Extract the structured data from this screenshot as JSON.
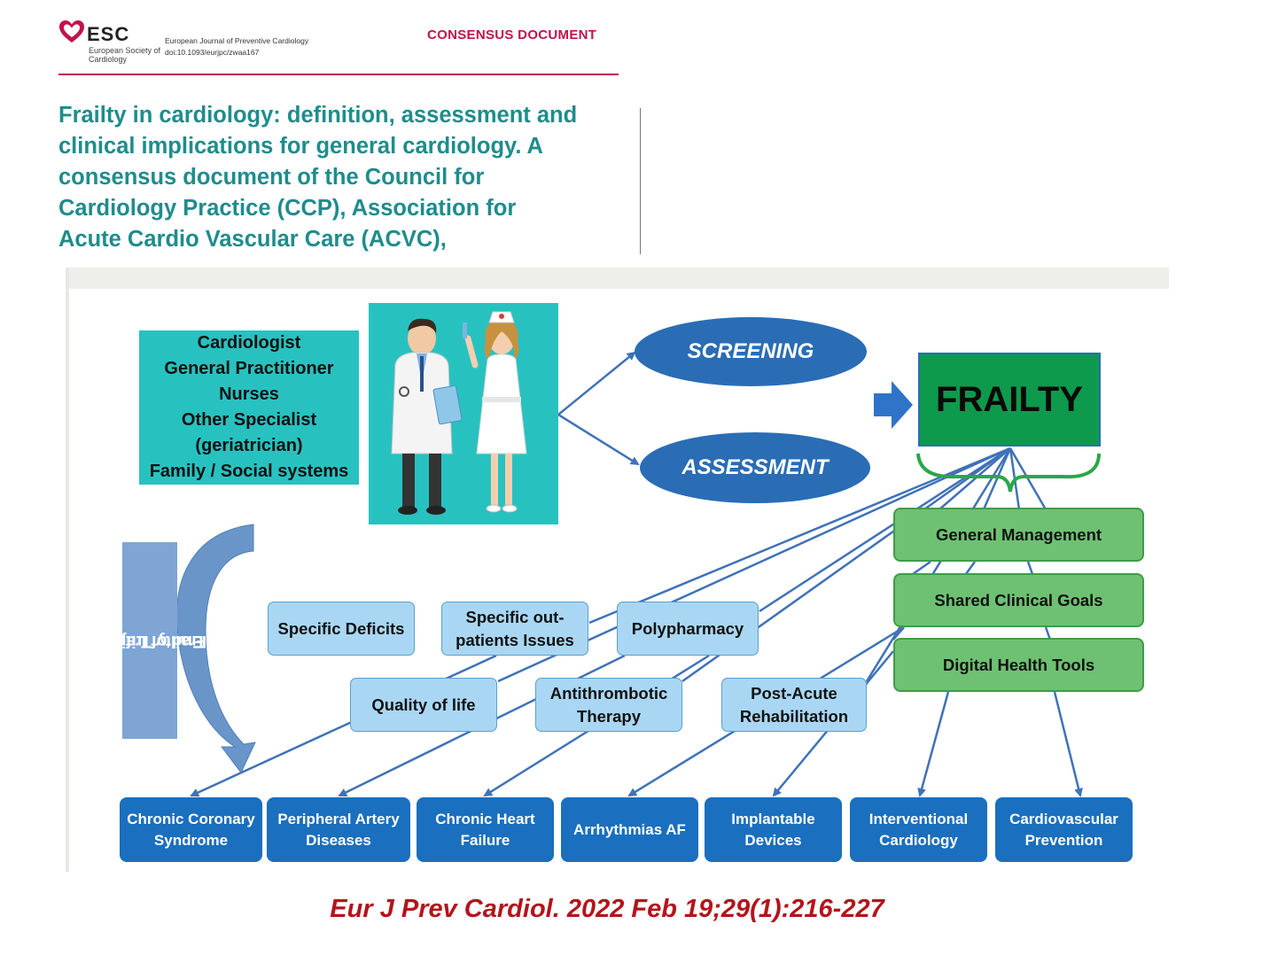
{
  "header": {
    "logo_text": "ESC",
    "logo_subtitle": "European Society of Cardiology",
    "journal_line1": "European Journal of Preventive Cardiology",
    "journal_line2": "doi:10.1093/eurjpc/zwaa167",
    "section_label": "CONSENSUS DOCUMENT",
    "brand_color": "#c1134a"
  },
  "paper": {
    "title_lines": [
      "Frailty in cardiology: definition, assessment and",
      "clinical implications for general cardiology. A",
      "consensus document of the Council for",
      "Cardiology Practice (CCP), Association for",
      "Acute Cardio Vascular Care (ACVC),"
    ],
    "title_color": "#1f8c8c"
  },
  "diagram": {
    "actors": [
      "Cardiologist",
      "General Practitioner",
      "Nurses",
      "Other Specialist",
      "(geriatrician)",
      "Family / Social systems"
    ],
    "illustration": "doctor-and-nurse-illustration",
    "screening": "SCREENING",
    "assessment": "ASSESSMENT",
    "frailty": "FRAILTY",
    "management": {
      "general_management": "General Management",
      "shared_clinical_goals": "Shared Clinical Goals",
      "digital_health_tools": "Digital Health Tools"
    },
    "issues": {
      "specific_deficits": "Specific Deficits",
      "specific_outpatients": "Specific out-patients Issues",
      "polypharmacy": "Polypharmacy",
      "quality_of_life": "Quality of life",
      "antithrombotic": "Antithrombotic Therapy",
      "post_acute": "Post-Acute Rehabilitation"
    },
    "trajectory": {
      "line1": "Frailty Trajectory",
      "line2": "End of Life"
    },
    "conditions": {
      "ccs": "Chronic Coronary Syndrome",
      "pad": "Peripheral Artery Diseases",
      "chf": "Chronic Heart Failure",
      "arrhythmias": "Arrhythmias AF",
      "implantable": "Implantable Devices",
      "interventional": "Interventional Cardiology",
      "prevention": "Cardiovascular Prevention"
    },
    "colors": {
      "teal": "#27c2c0",
      "oval_blue": "#2a6db5",
      "frailty_green": "#0d9a4c",
      "light_green": "#6ec173",
      "light_blue": "#a9d7f3",
      "dark_blue": "#1a6fbe"
    }
  },
  "citation": "Eur J Prev Cardiol. 2022 Feb 19;29(1):216-227"
}
